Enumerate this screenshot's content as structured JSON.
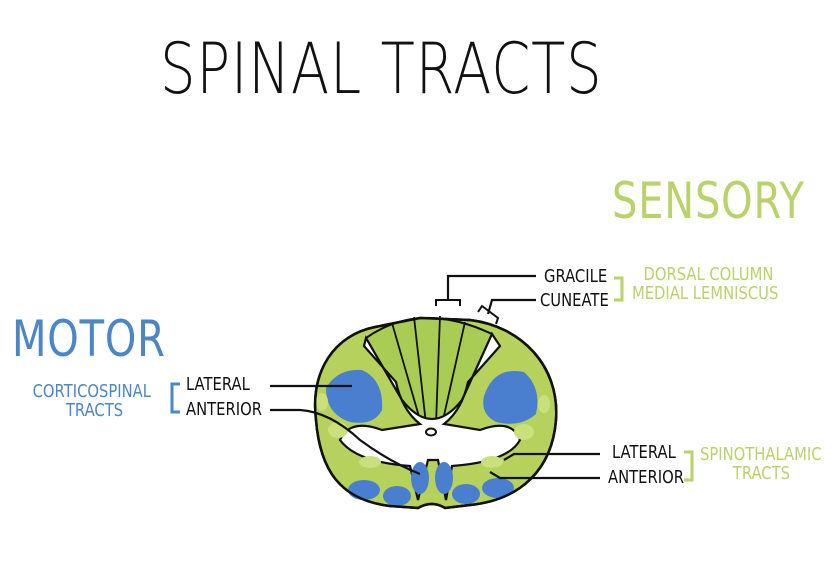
{
  "title": "SPINAL TRACTS",
  "sensory": {
    "heading": "SENSORY",
    "gracile": "GRACILE",
    "cuneate": "CUNEATE",
    "group_line1": "DORSAL COLUMN",
    "group_line2": "MEDIAL LEMNISCUS",
    "st_lateral": "LATERAL",
    "st_anterior": "ANTERIOR",
    "st_group_line1": "SPINOTHALAMIC",
    "st_group_line2": "TRACTS"
  },
  "motor": {
    "heading": "MOTOR",
    "group_line1": "CORTICOSPINAL",
    "group_line2": "TRACTS",
    "lateral": "LATERAL",
    "anterior": "ANTERIOR"
  },
  "colors": {
    "sensory": "#b9d26a",
    "motor": "#4a86c8",
    "outline": "#111111",
    "grey_matter": "#ffffff"
  }
}
